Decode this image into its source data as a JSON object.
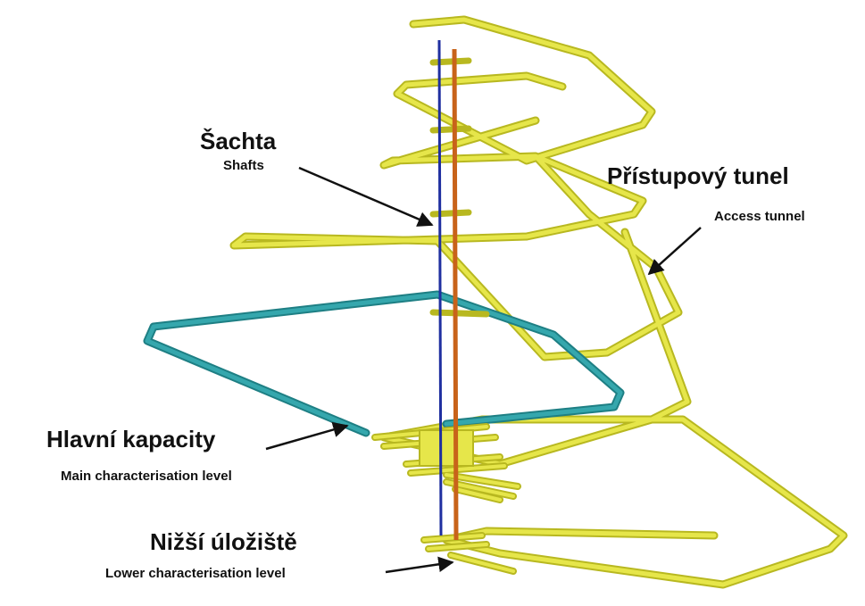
{
  "labels": {
    "shaft_cz": "Šachta",
    "shaft_en": "Shafts",
    "access_cz": "Přístupový tunel",
    "access_en": "Access tunnel",
    "main_cz": "Hlavní kapacity",
    "main_en": "Main characterisation level",
    "lower_cz": "Nižší úložiště",
    "lower_en": "Lower characterisation level"
  },
  "colors": {
    "tunnel": "#d6d62a",
    "tunnel_core": "#e9e94a",
    "main_level": "#2b9a9f",
    "shaft_blue": "#1f2fa0",
    "shaft_orange": "#c8631a",
    "arrow": "#111111"
  }
}
